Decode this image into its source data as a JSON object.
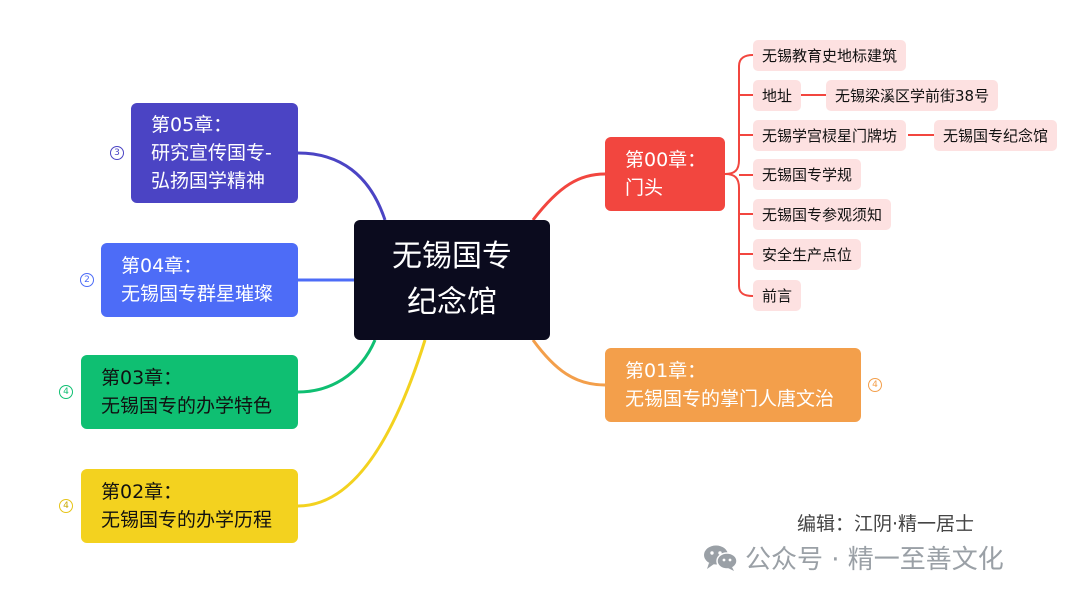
{
  "root": {
    "line1": "无锡国专",
    "line2": "纪念馆"
  },
  "chapters": {
    "ch00": {
      "title": "第00章：",
      "subtitle": "门头",
      "color": "#f2463f"
    },
    "ch01": {
      "title": "第01章：",
      "subtitle": "无锡国专的掌门人唐文治",
      "color": "#f39f4b",
      "badge": "4"
    },
    "ch02": {
      "title": "第02章：",
      "subtitle": "无锡国专的办学历程",
      "color": "#f3d21f",
      "badge": "4"
    },
    "ch03": {
      "title": "第03章：",
      "subtitle": "无锡国专的办学特色",
      "color": "#0fbf72",
      "badge": "4"
    },
    "ch04": {
      "title": "第04章：",
      "subtitle": "无锡国专群星璀璨",
      "color": "#4d6cf7",
      "badge": "2"
    },
    "ch05": {
      "title": "第05章：",
      "subtitle_line1": "研究宣传国专-",
      "subtitle_line2": "弘扬国学精神",
      "color": "#4b44c4",
      "badge": "3"
    }
  },
  "ch00_items": {
    "i0": "无锡教育史地标建筑",
    "i1": "地址",
    "i1_child": "无锡梁溪区学前街38号",
    "i2": "无锡学宫棂星门牌坊",
    "i2_child": "无锡国专纪念馆",
    "i3": "无锡国专学规",
    "i4": "无锡国专参观须知",
    "i5": "安全生产点位",
    "i6": "前言"
  },
  "watermark": {
    "credit": "编辑：江阴·精一居士",
    "account": "公众号 · 精一至善文化"
  },
  "colors": {
    "sub_bg": "#fde1e1",
    "root_bg": "#0b0b1e"
  }
}
